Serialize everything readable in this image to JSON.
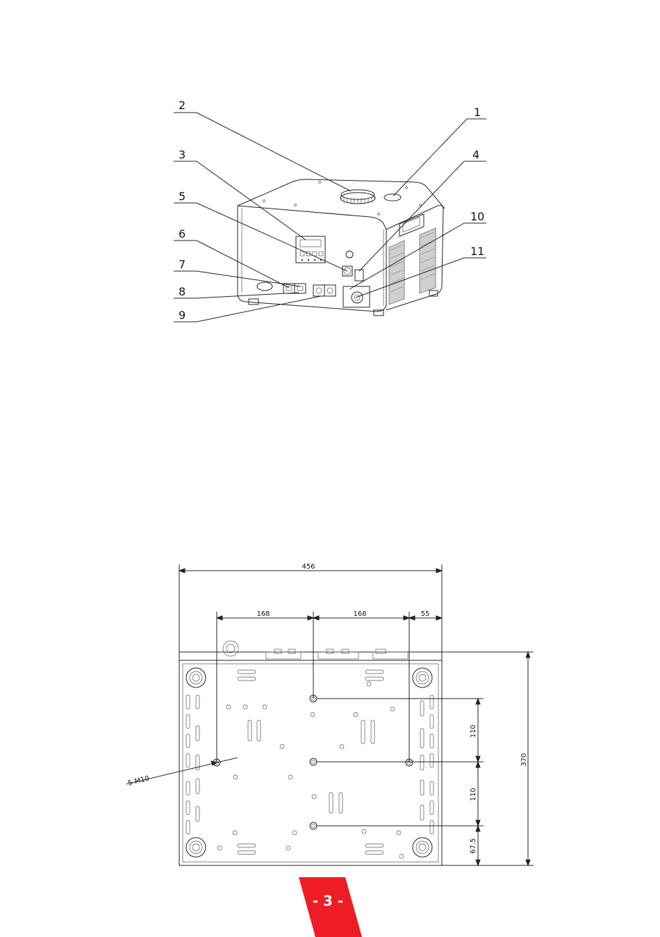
{
  "figure_top": {
    "callouts": [
      "1",
      "2",
      "3",
      "4",
      "5",
      "6",
      "7",
      "8",
      "9",
      "10",
      "11"
    ]
  },
  "figure_bottom": {
    "dimensions": {
      "overall_width": "456",
      "spacing_1": "168",
      "spacing_2": "168",
      "spacing_3": "55",
      "height_1": "110",
      "height_2": "110",
      "height_3": "67.5",
      "overall_depth": "370"
    },
    "thread_label": "5-M10"
  },
  "footer": {
    "page_label": "- 3 -",
    "accent_color": "#ee1c25"
  }
}
